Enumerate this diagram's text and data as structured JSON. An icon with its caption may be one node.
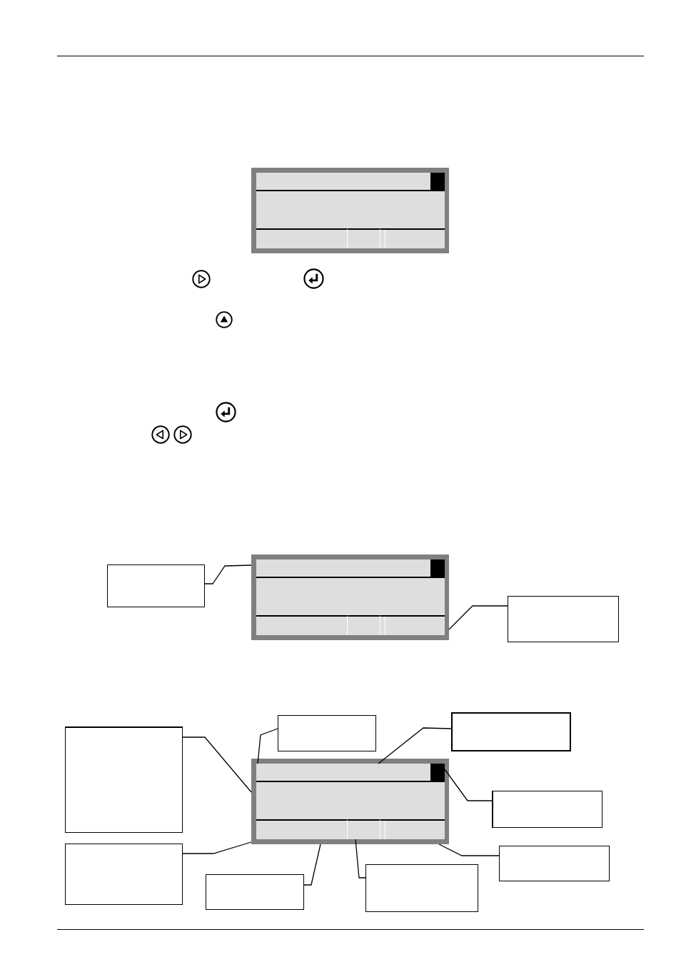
{
  "diagram": {
    "nodes": [
      {
        "text": [],
        "shape": "picture"
      },
      {
        "text": [],
        "shape": "box"
      },
      {
        "text": [],
        "shape": "picture"
      },
      {
        "text": [],
        "shape": "box"
      },
      {
        "text": [],
        "shape": "box"
      },
      {
        "text": [],
        "shape": "box"
      },
      {
        "text": [],
        "shape": "box"
      },
      {
        "text": [],
        "shape": "picture"
      },
      {
        "text": [],
        "shape": "bar",
        "in": 7
      },
      {
        "text": [],
        "shape": "box",
        "in": 7
      },
      {
        "text": [],
        "shape": "box",
        "in": 7
      },
      {
        "text": [],
        "shape": "box",
        "in": 7
      },
      {
        "text": [],
        "shape": "box",
        "in": 7
      },
      {
        "text": [],
        "shape": "box",
        "in": 7
      },
      {
        "text": [],
        "shape": "box"
      },
      {
        "text": [],
        "shape": "box"
      },
      {
        "text": [],
        "shape": "box"
      },
      {
        "text": [],
        "shape": "box"
      },
      {
        "text": [],
        "shape": "box"
      }
    ],
    "edges": [
      {
        "from": 1,
        "to": 2,
        "arrow": "none"
      },
      {
        "from": 3,
        "to": 2,
        "arrow": "none"
      },
      {
        "from": 4,
        "to": 7,
        "arrow": "none"
      },
      {
        "from": 5,
        "to": 8,
        "arrow": "none"
      },
      {
        "from": 6,
        "to": 8,
        "arrow": "none"
      },
      {
        "from": 14,
        "to": 9,
        "arrow": "none"
      },
      {
        "from": 15,
        "to": 7,
        "arrow": "none"
      },
      {
        "from": 16,
        "to": 7,
        "arrow": "none"
      },
      {
        "from": 17,
        "to": 7,
        "arrow": "none"
      },
      {
        "from": 18,
        "to": 12,
        "arrow": "none"
      }
    ]
  }
}
